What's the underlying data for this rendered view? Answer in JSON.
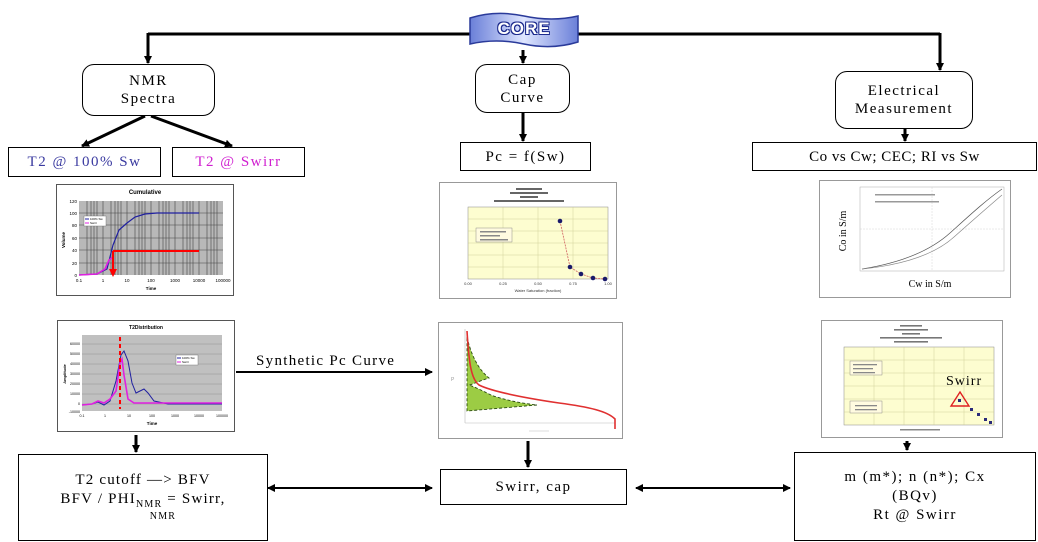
{
  "core": {
    "label": "CORE"
  },
  "nodes": {
    "nmr": {
      "line1": "NMR",
      "line2": "Spectra"
    },
    "cap": {
      "line1": "Cap",
      "line2": "Curve"
    },
    "elec": {
      "line1": "Electrical",
      "line2": "Measurement"
    }
  },
  "results": {
    "t2_100": "T2 @ 100% Sw",
    "t2_swirr": "T2 @ Swirr",
    "pc": "Pc = f(Sw)",
    "elec": "Co vs Cw; CEC; RI vs Sw"
  },
  "colors": {
    "t2_100": "#3a3aa0",
    "t2_swirr": "#d020d0"
  },
  "charts": {
    "cumulative": {
      "title": "Cumulative",
      "xlabel": "Time",
      "ylabel": "Volume",
      "yticks": [
        "120",
        "100",
        "80",
        "60",
        "40",
        "20",
        "0"
      ],
      "xticks": [
        "0.1",
        "1",
        "10",
        "100",
        "1000",
        "10000",
        "100000"
      ],
      "legend": [
        "100% Sw",
        "Swirr"
      ]
    },
    "t2dist": {
      "title": "T2Distribution",
      "xlabel": "Time",
      "ylabel": "Amplitude",
      "yticks": [
        "60000",
        "50000",
        "40000",
        "30000",
        "20000",
        "10000",
        "0",
        "-10000"
      ],
      "xticks": [
        "0.1",
        "1",
        "10",
        "100",
        "1000",
        "10000",
        "100000"
      ],
      "legend": [
        "100% Sw",
        "Swirr"
      ]
    },
    "cap_thumb": {
      "xlabel": "Water Saturation (fraction)",
      "xticks": [
        "0.00",
        "0.25",
        "0.50",
        "0.75",
        "1.00"
      ]
    },
    "co_cw": {
      "ylabel": "Co in S/m",
      "xlabel": "Cw in S/m"
    },
    "swirr_plot": {
      "annotation": "Swirr"
    }
  },
  "synthetic": {
    "label": "Synthetic Pc Curve"
  },
  "bottom": {
    "left": {
      "line1": "T2 cutoff —> BFV",
      "line2_pre": "BFV / PHI",
      "line2_sub": "NMR",
      "line2_post": " = Swirr,",
      "line3": "NMR"
    },
    "center": "Swirr, cap",
    "right": {
      "line1": "m (m*); n (n*); Cx",
      "line2": "(BQv)",
      "line3": "Rt @ Swirr"
    }
  }
}
